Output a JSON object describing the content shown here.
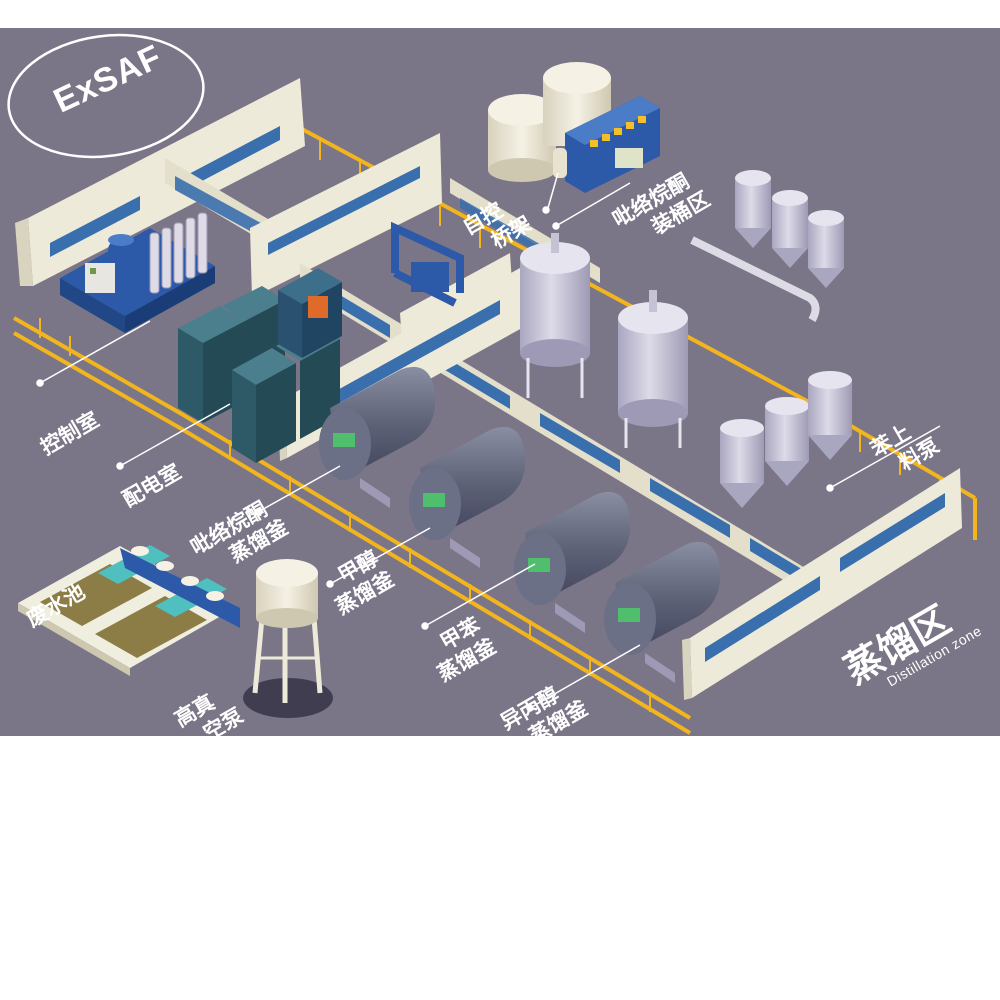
{
  "brand": {
    "logo_text": "ExSAF"
  },
  "zone": {
    "title_cn": "蒸馏区",
    "title_en": "Distillation zone"
  },
  "labels": {
    "control_room": "控制室",
    "power_room": "配电室",
    "pyrrolidone_still": [
      "吡络烷酮",
      "蒸馏釜"
    ],
    "methanol_still": [
      "甲醇",
      "蒸馏釜"
    ],
    "toluene_still": [
      "甲苯",
      "蒸馏釜"
    ],
    "isopropanol_still": [
      "异丙醇",
      "蒸馏釜"
    ],
    "waste_pool": "废水池",
    "vacuum_pump": [
      "高真",
      "空泵"
    ],
    "auto_bridge": [
      "自控",
      "桥架"
    ],
    "barreling_area": [
      "吡络烷酮",
      "装桶区"
    ],
    "feed_pump": [
      "苯上",
      "料泵"
    ]
  },
  "colors": {
    "background": "#7b7687",
    "wall": "#eeead9",
    "wall_shadow": "#d9d4bf",
    "window": "#3a6fae",
    "rail": "#f3b51d",
    "tank": "#c5c2d6",
    "still": "#5f6478",
    "cabinet": "#2e5a68",
    "blue_equipment": "#2d5aa8"
  }
}
